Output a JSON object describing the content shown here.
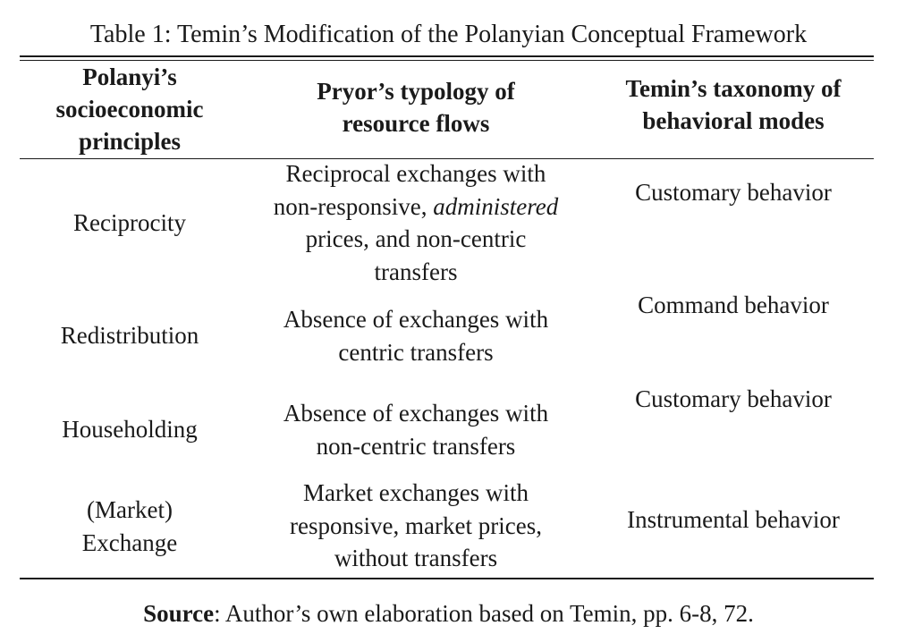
{
  "caption": "Table 1: Temin’s Modification of the Polanyian Conceptual Framework",
  "headers": {
    "col1": [
      "Polanyi’s",
      "socioeconomic",
      "principles"
    ],
    "col2": [
      "Pryor’s typology of",
      "resource flows"
    ],
    "col3": [
      "Temin’s taxonomy of",
      "behavioral modes"
    ]
  },
  "rows": [
    {
      "principle": [
        "Reciprocity"
      ],
      "flow": {
        "line1": "Reciprocal exchanges with",
        "line2_pre": "non-responsive, ",
        "line2_em": "administered",
        "line3": "prices, and non-centric",
        "line4": "transfers"
      },
      "behavior": "Customary behavior"
    },
    {
      "principle": [
        "Redistribution"
      ],
      "flow": [
        "Absence of exchanges with",
        "centric transfers"
      ],
      "behavior": "Command behavior"
    },
    {
      "principle": [
        "Householding"
      ],
      "flow": [
        "Absence of exchanges with",
        "non-centric transfers"
      ],
      "behavior": "Customary behavior"
    },
    {
      "principle": [
        "(Market)",
        "Exchange"
      ],
      "flow": [
        "Market exchanges with",
        "responsive, market prices,",
        "without transfers"
      ],
      "behavior": "Instrumental behavior"
    }
  ],
  "source": {
    "label": "Source",
    "text": ": Author’s own elaboration based on Temin, pp. 6-8, 72."
  }
}
